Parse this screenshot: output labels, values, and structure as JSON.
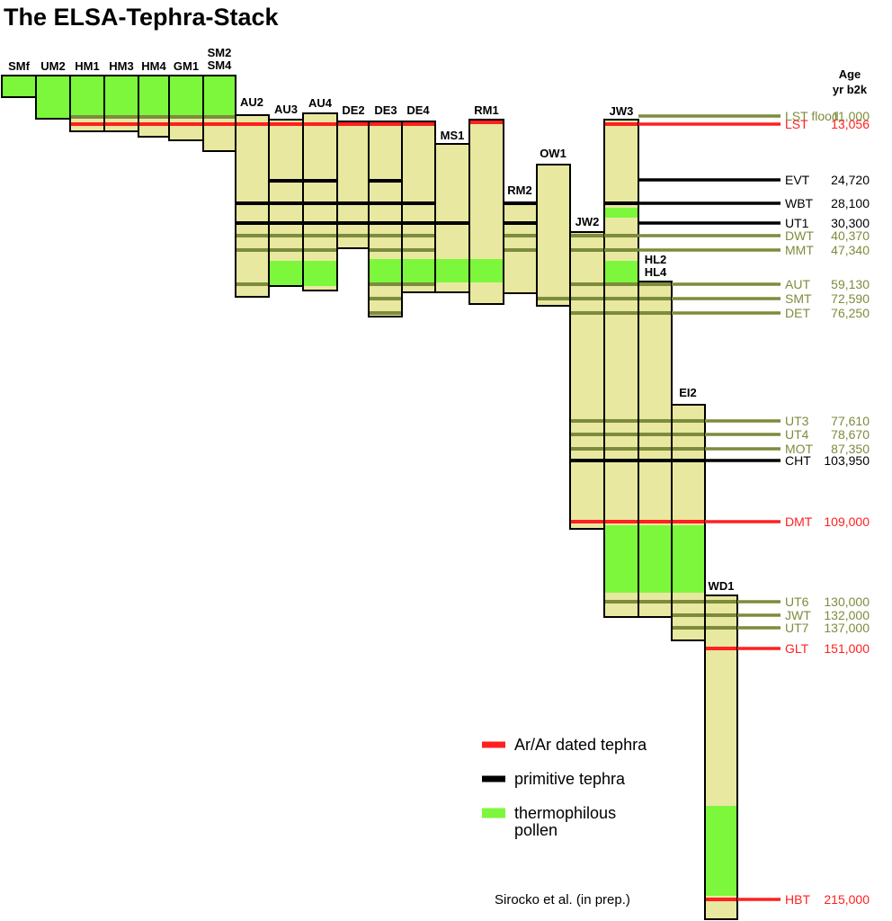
{
  "title": "The ELSA-Tephra-Stack",
  "age_header": [
    "Age",
    "yr b2k"
  ],
  "colors": {
    "sediment": "#e8e8a0",
    "pollen": "#7cf73c",
    "ar_ar": "#ff2020",
    "primitive": "#000000",
    "other": "#7d8c3c",
    "core_outline": "#000000"
  },
  "cores": [
    {
      "name": "SMf"
    },
    {
      "name": "UM2"
    },
    {
      "name": "HM1"
    },
    {
      "name": "HM3"
    },
    {
      "name": "HM4"
    },
    {
      "name": "GM1"
    },
    {
      "name": "SM2\nSM4"
    },
    {
      "name": "AU2"
    },
    {
      "name": "AU3"
    },
    {
      "name": "AU4"
    },
    {
      "name": "DE2"
    },
    {
      "name": "DE3"
    },
    {
      "name": "DE4"
    },
    {
      "name": "MS1"
    },
    {
      "name": "RM1"
    },
    {
      "name": "RM2"
    },
    {
      "name": "OW1"
    },
    {
      "name": "JW2"
    },
    {
      "name": "JW3"
    },
    {
      "name": "HL2\nHL4"
    },
    {
      "name": "EI2"
    },
    {
      "name": "WD1"
    }
  ],
  "tephras": [
    {
      "name": "LST flood",
      "age": "11,000",
      "type": "other"
    },
    {
      "name": "LST",
      "age": "13,056",
      "type": "ar_ar"
    },
    {
      "name": "EVT",
      "age": "24,720",
      "type": "primitive"
    },
    {
      "name": "WBT",
      "age": "28,100",
      "type": "primitive"
    },
    {
      "name": "UT1",
      "age": "30,300",
      "type": "primitive"
    },
    {
      "name": "DWT",
      "age": "40,370",
      "type": "other"
    },
    {
      "name": "MMT",
      "age": "47,340",
      "type": "other"
    },
    {
      "name": "AUT",
      "age": "59,130",
      "type": "other"
    },
    {
      "name": "SMT",
      "age": "72,590",
      "type": "other"
    },
    {
      "name": "DET",
      "age": "76,250",
      "type": "other"
    },
    {
      "name": "UT3",
      "age": "77,610",
      "type": "other"
    },
    {
      "name": "UT4",
      "age": "78,670",
      "type": "other"
    },
    {
      "name": "MOT",
      "age": "87,350",
      "type": "other"
    },
    {
      "name": "CHT",
      "age": "103,950",
      "type": "primitive"
    },
    {
      "name": "DMT",
      "age": "109,000",
      "type": "ar_ar"
    },
    {
      "name": "UT6",
      "age": "130,000",
      "type": "other"
    },
    {
      "name": "JWT",
      "age": "132,000",
      "type": "other"
    },
    {
      "name": "UT7",
      "age": "137,000",
      "type": "other"
    },
    {
      "name": "GLT",
      "age": "151,000",
      "type": "ar_ar"
    },
    {
      "name": "HBT",
      "age": "215,000",
      "type": "ar_ar"
    }
  ],
  "legend": [
    {
      "type": "ar_ar",
      "label": "Ar/Ar dated tephra"
    },
    {
      "type": "primitive",
      "label": "primitive tephra"
    },
    {
      "type": "pollen",
      "label": "thermophilous\npollen"
    }
  ],
  "credit": "Sirocko et al. (in prep.)"
}
